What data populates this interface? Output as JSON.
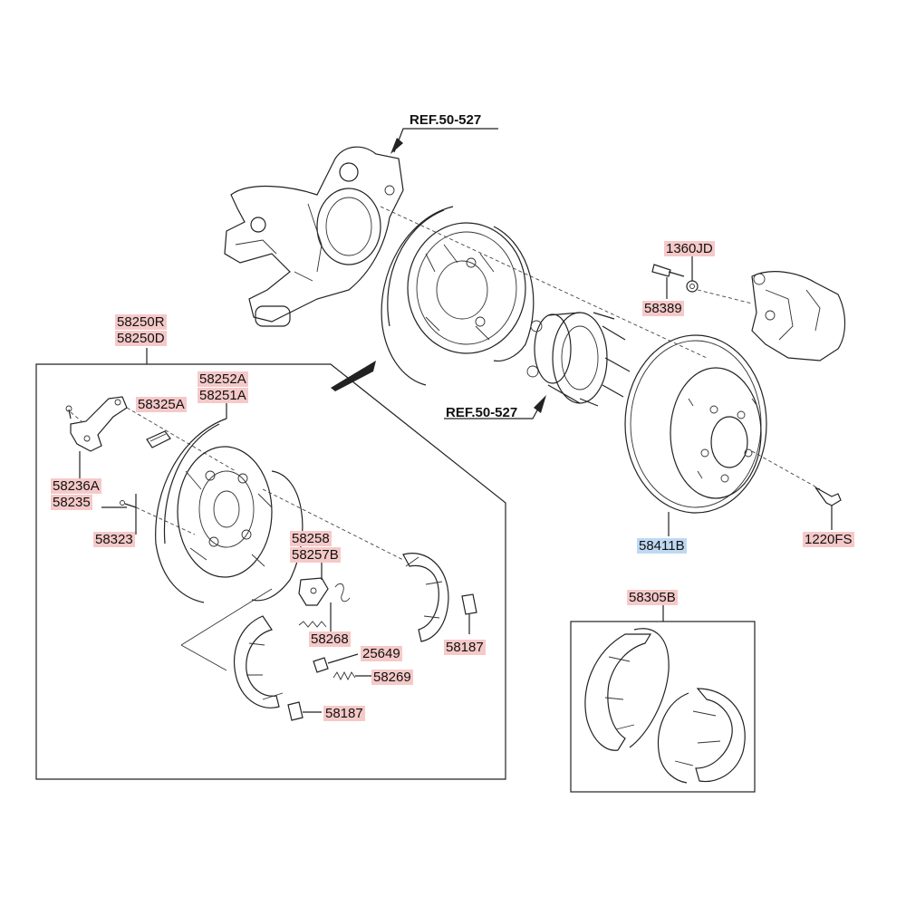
{
  "refs": {
    "top": "REF.50-527",
    "hub": "REF.50-527"
  },
  "parts": {
    "p58250R": "58250R",
    "p58250D": "58250D",
    "p58252A": "58252A",
    "p58251A": "58251A",
    "p58325A": "58325A",
    "p58236A": "58236A",
    "p58235": "58235",
    "p58323": "58323",
    "p58258": "58258",
    "p58257B": "58257B",
    "p58268": "58268",
    "p25649": "25649",
    "p58269": "58269",
    "p58187a": "58187",
    "p58187b": "58187",
    "p1360JD": "1360JD",
    "p58389": "58389",
    "p58411B": "58411B",
    "p1220FS": "1220FS",
    "p58305B": "58305B"
  },
  "colors": {
    "label_bg": "#f6c9c9",
    "highlight_bg": "#bfd9f2",
    "line": "#222222"
  }
}
